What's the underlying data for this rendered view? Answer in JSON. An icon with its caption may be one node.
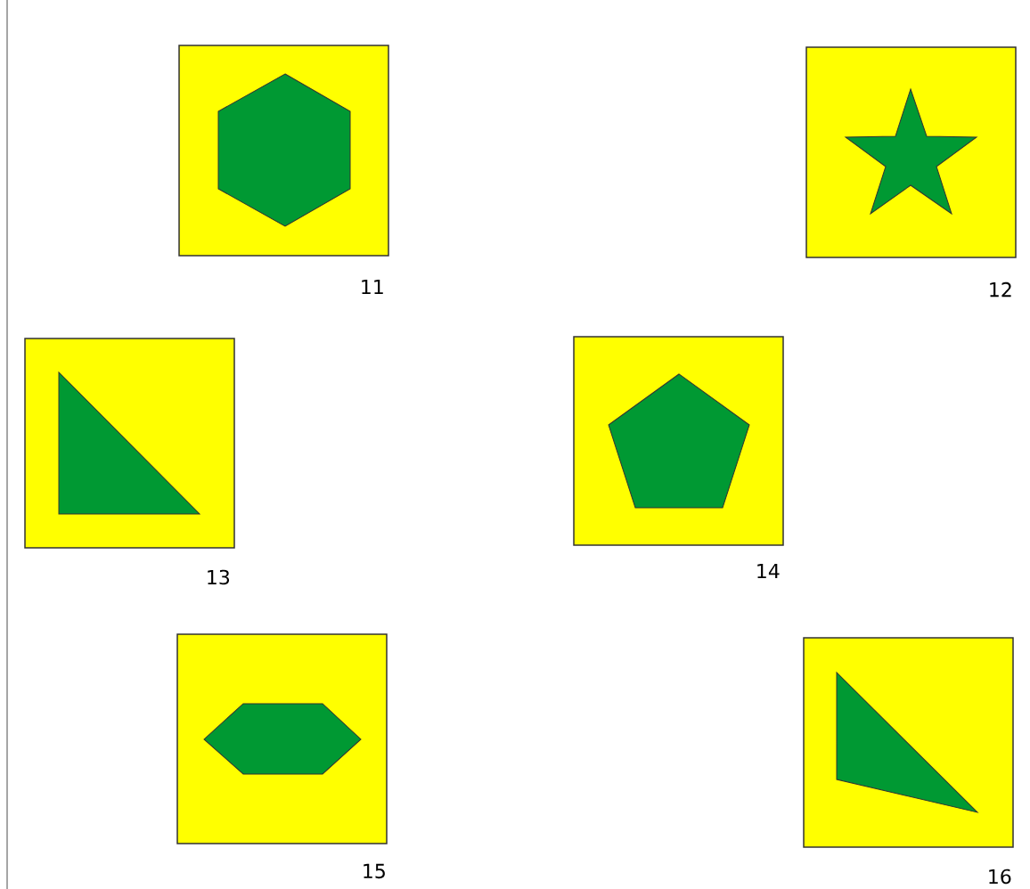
{
  "diagram": {
    "nodes": [
      {
        "text": [],
        "shape": "box",
        "beside": [
          "11"
        ]
      },
      {
        "text": [],
        "shape": "box",
        "beside": [
          "12"
        ]
      },
      {
        "text": [],
        "shape": "box",
        "beside": [
          "13"
        ]
      },
      {
        "text": [],
        "shape": "box",
        "beside": [
          "14"
        ]
      },
      {
        "text": [],
        "shape": "box",
        "beside": [
          "15"
        ]
      },
      {
        "text": [],
        "shape": "box",
        "beside": [
          "16"
        ]
      }
    ]
  }
}
